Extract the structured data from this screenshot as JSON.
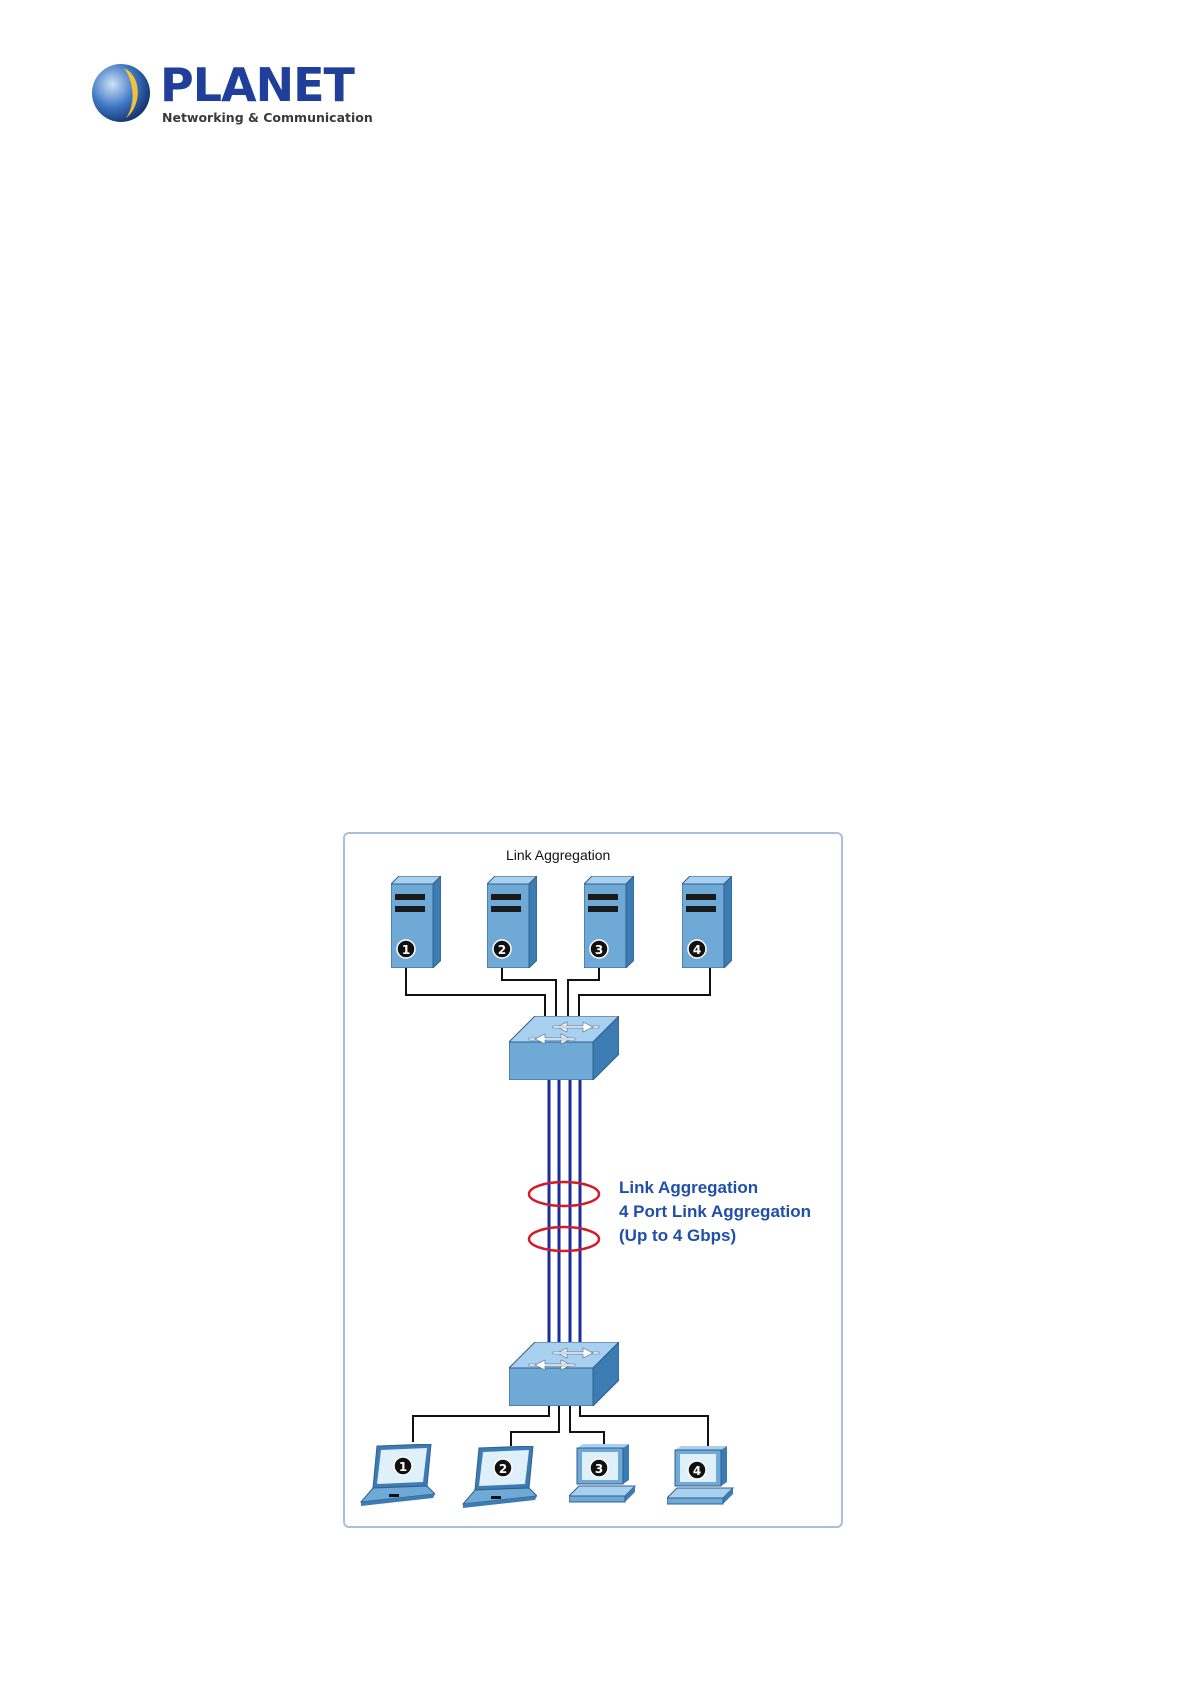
{
  "logo": {
    "name": "PLANET",
    "tagline": "Networking & Communication"
  },
  "diagram": {
    "title": "Link Aggregation",
    "servers": [
      "1",
      "2",
      "3",
      "4"
    ],
    "clients": [
      "1",
      "2",
      "3",
      "4"
    ],
    "annotation": {
      "line1": "Link Aggregation",
      "line2": "4 Port Link Aggregation",
      "line3": "(Up to 4 Gbps)"
    },
    "colors": {
      "device_blue": "#6fa9d6",
      "trunk_blue": "#1b2d9c",
      "ring_red": "#d01c2a",
      "label_blue": "#1f4fa8",
      "frame": "#a9bfdc"
    }
  }
}
